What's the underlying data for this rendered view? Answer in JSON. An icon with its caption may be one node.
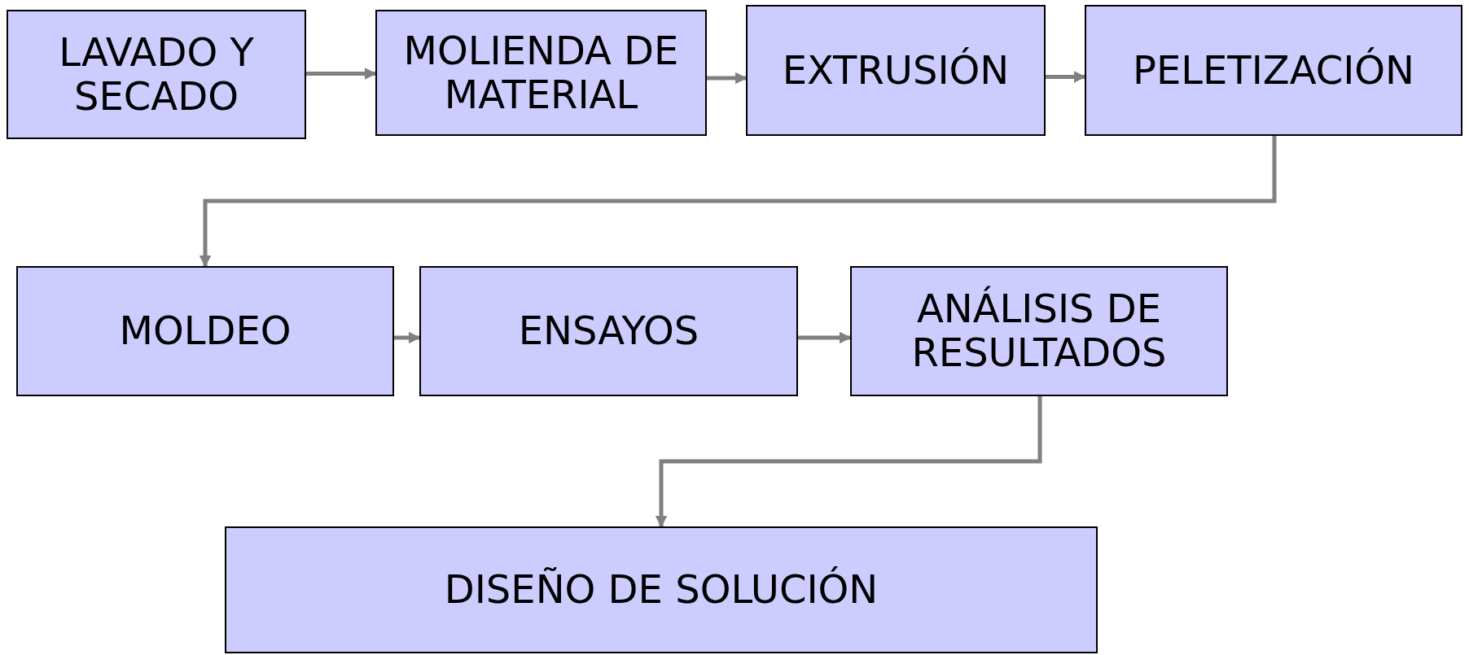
{
  "diagram": {
    "nodes": [
      {
        "text": [
          "LAVADO Y SECADO"
        ]
      },
      {
        "text": [
          "MOLIENDA DE MATERIAL"
        ]
      },
      {
        "text": [
          "EXTRUSIÓN"
        ]
      },
      {
        "text": [
          "PELETIZACIÓN"
        ]
      },
      {
        "text": [
          "MOLDEO"
        ]
      },
      {
        "text": [
          "ENSAYOS"
        ]
      },
      {
        "text": [
          "ANÁLISIS DE RESULTADOS"
        ]
      },
      {
        "text": [
          "DISEÑO DE SOLUCIÓN"
        ]
      }
    ],
    "edges": [
      {
        "from": 0,
        "to": 1,
        "arrow": "to"
      },
      {
        "from": 1,
        "to": 2,
        "arrow": "to"
      },
      {
        "from": 2,
        "to": 3,
        "arrow": "to"
      },
      {
        "from": 3,
        "to": 4,
        "arrow": "to"
      },
      {
        "from": 4,
        "to": 5,
        "arrow": "to"
      },
      {
        "from": 5,
        "to": 6,
        "arrow": "to"
      },
      {
        "from": 6,
        "to": 7,
        "arrow": "to"
      }
    ]
  }
}
